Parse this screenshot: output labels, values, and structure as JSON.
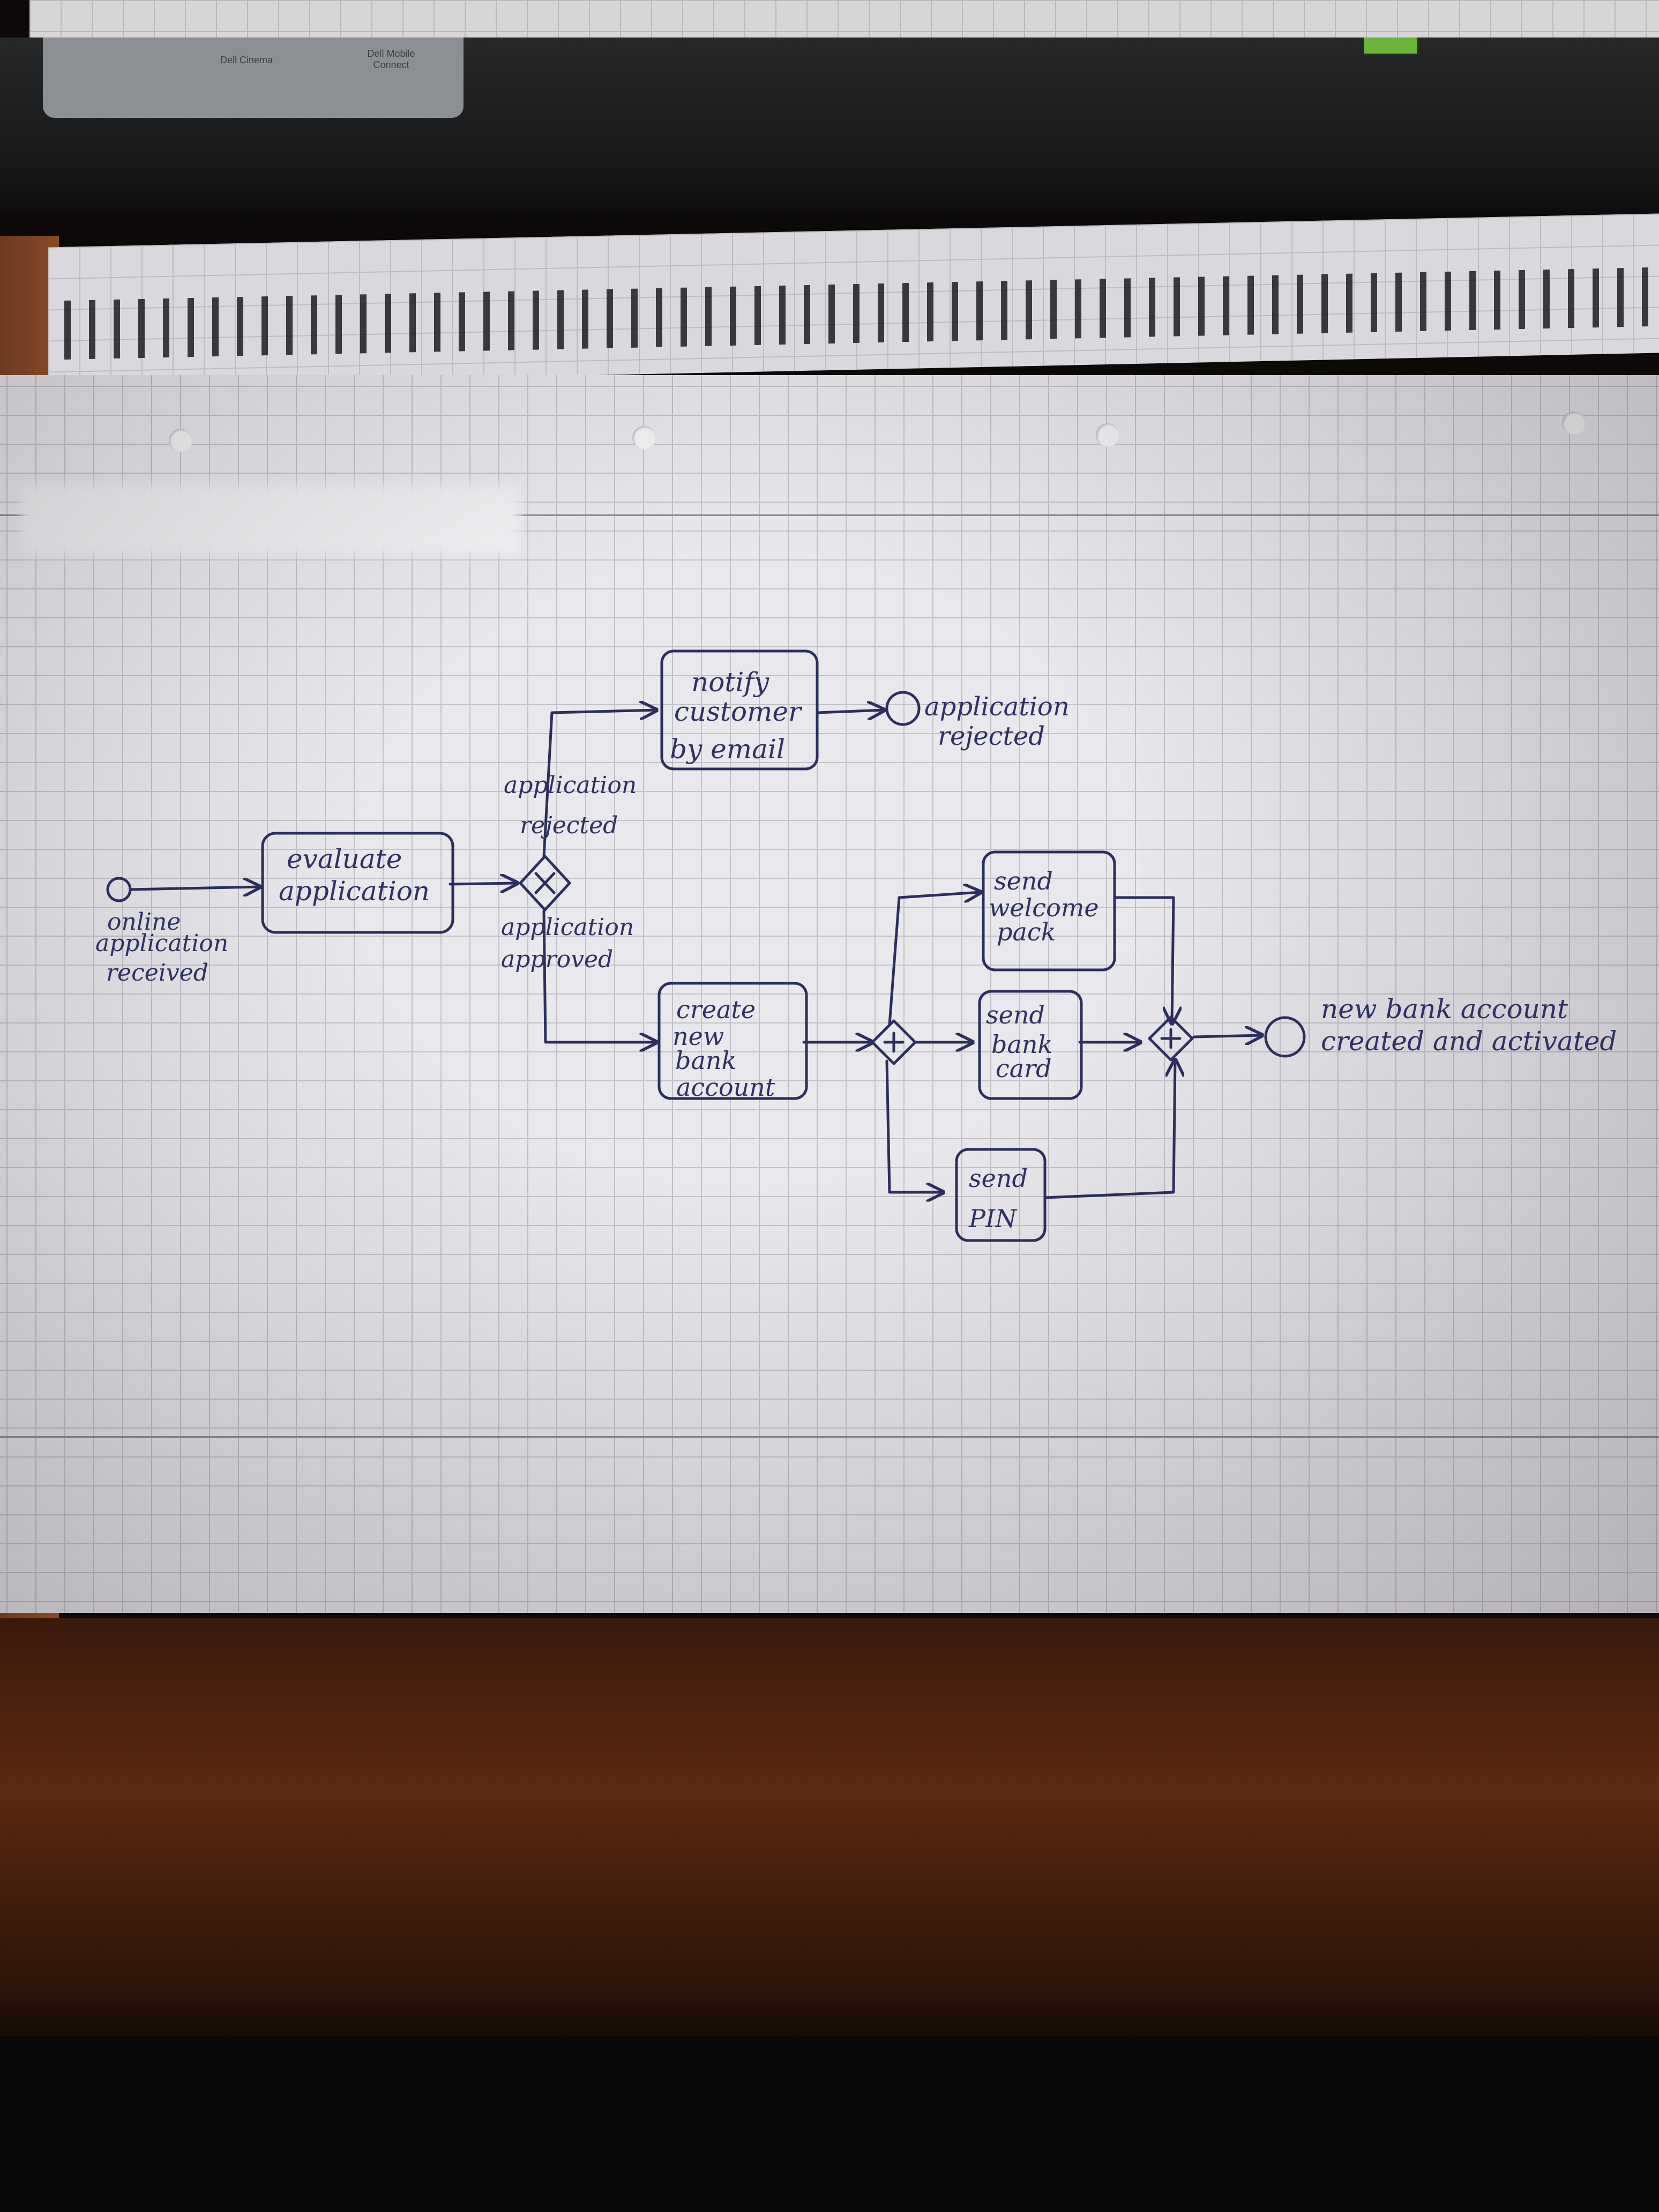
{
  "laptop": {
    "labels": [
      "Dell Cinema",
      "Dell Mobile Connect"
    ]
  },
  "diagram": {
    "start_event": {
      "label_lines": [
        "online",
        "application",
        "received"
      ]
    },
    "tasks": {
      "evaluate": {
        "lines": [
          "evaluate",
          "application"
        ]
      },
      "notify": {
        "lines": [
          "notify",
          "customer",
          "by email"
        ]
      },
      "create_account": {
        "lines": [
          "create",
          "new",
          "bank",
          "account"
        ]
      },
      "welcome_pack": {
        "lines": [
          "send",
          "welcome",
          "pack"
        ]
      },
      "bank_card": {
        "lines": [
          "send",
          "bank",
          "card"
        ]
      },
      "pin": {
        "lines": [
          "send",
          "PIN"
        ]
      }
    },
    "gateway_labels": {
      "rejected": [
        "application",
        "rejected"
      ],
      "approved": [
        "application",
        "approved"
      ]
    },
    "end_events": {
      "rejected": {
        "label_lines": [
          "application",
          "rejected"
        ]
      },
      "success": {
        "label_lines": [
          "new bank account",
          "created and activated"
        ]
      }
    },
    "ink_color": "#2b2f5e"
  }
}
